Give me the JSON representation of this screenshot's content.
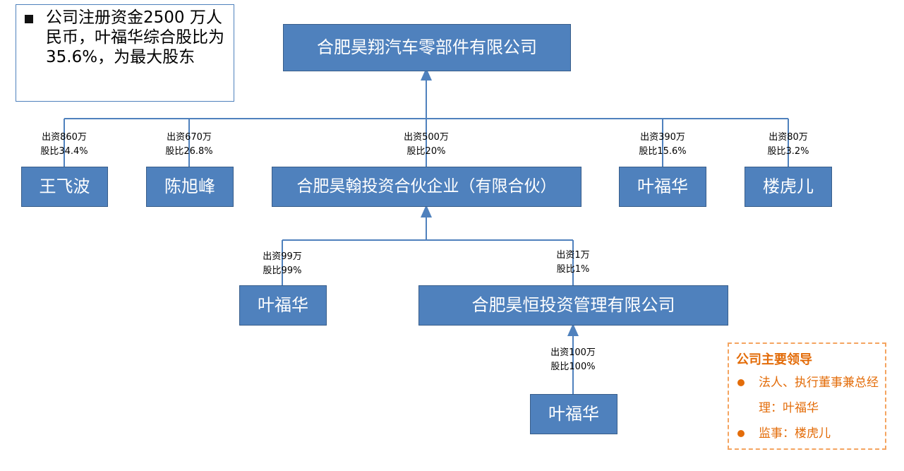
{
  "note": {
    "text": "公司注册资金2500 万人民币，叶福华综合股比为35.6%，为最大股东"
  },
  "chart_data": {
    "type": "diagram",
    "nodes": [
      {
        "id": "top",
        "label": "合肥昊翔汽车零部件有限公司"
      },
      {
        "id": "wangfeibo",
        "label": "王飞波"
      },
      {
        "id": "chenxufeng",
        "label": "陈旭峰"
      },
      {
        "id": "haohan",
        "label": "合肥昊翰投资合伙企业（有限合伙）"
      },
      {
        "id": "yefuhua1",
        "label": "叶福华"
      },
      {
        "id": "louhuer",
        "label": "楼虎儿"
      },
      {
        "id": "yefuhua2",
        "label": "叶福华"
      },
      {
        "id": "haoheng",
        "label": "合肥昊恒投资管理有限公司"
      },
      {
        "id": "yefuhua3",
        "label": "叶福华"
      }
    ],
    "edges": [
      {
        "from": "wangfeibo",
        "to": "top",
        "label": [
          "出资860万",
          "股比34.4%"
        ]
      },
      {
        "from": "chenxufeng",
        "to": "top",
        "label": [
          "出资670万",
          "股比26.8%"
        ]
      },
      {
        "from": "haohan",
        "to": "top",
        "label": [
          "出资500万",
          "股比20%"
        ]
      },
      {
        "from": "yefuhua1",
        "to": "top",
        "label": [
          "出资390万",
          "股比15.6%"
        ]
      },
      {
        "from": "louhuer",
        "to": "top",
        "label": [
          "出资80万",
          "股比3.2%"
        ]
      },
      {
        "from": "yefuhua2",
        "to": "haohan",
        "label": [
          "出资99万",
          "股比99%"
        ]
      },
      {
        "from": "haoheng",
        "to": "haohan",
        "label": [
          "出资1万",
          "股比1%"
        ]
      },
      {
        "from": "yefuhua3",
        "to": "haoheng",
        "label": [
          "出资100万",
          "股比100%"
        ]
      }
    ]
  },
  "leaders": {
    "title": "公司主要领导",
    "items": [
      "法人、执行董事兼总经理：叶福华",
      "监事：楼虎儿"
    ]
  },
  "colors": {
    "box_fill": "#4f81bd",
    "box_border": "#385d8a",
    "line": "#4f81bd",
    "accent_orange": "#e36c09"
  }
}
